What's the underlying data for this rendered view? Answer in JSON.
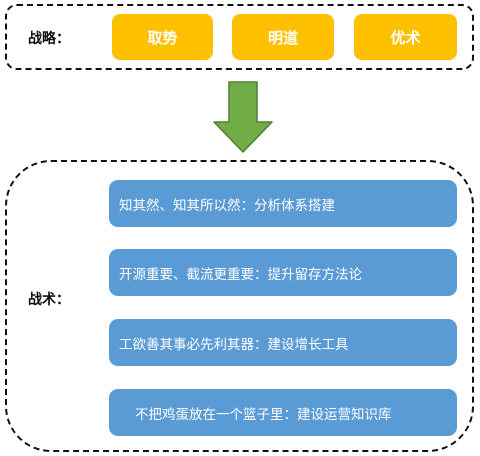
{
  "strategy": {
    "label": "战略：",
    "items": [
      "取势",
      "明道",
      "优术"
    ]
  },
  "tactics": {
    "label": "战术：",
    "items": [
      "知其然、知其所以然：分析体系搭建",
      "开源重要、截流更重要：提升留存方法论",
      "工欲善其事必先利其器：建设增长工具",
      "不把鸡蛋放在一个篮子里：建设运营知识库"
    ]
  },
  "colors": {
    "strategy_fill": "#ffc000",
    "tactic_fill": "#5b9bd5",
    "arrow_fill": "#70ad47",
    "arrow_stroke": "#507e32"
  },
  "icons": {
    "arrow": "arrow-down-icon"
  }
}
